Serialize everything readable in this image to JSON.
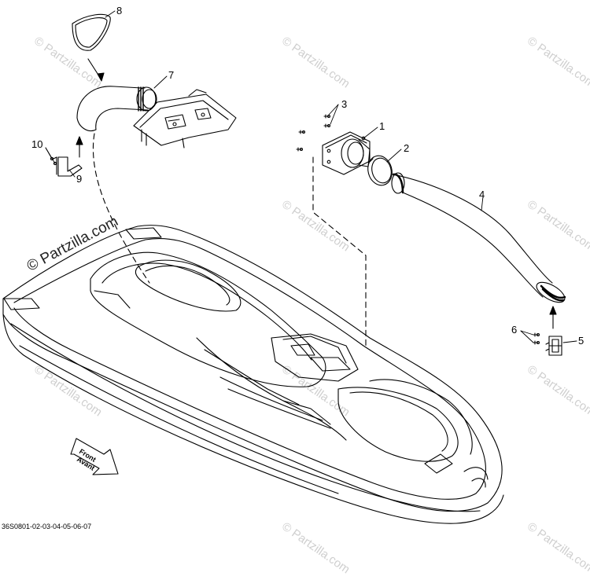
{
  "watermark_text": "© Partzilla.com",
  "footer_code": "36S0801-02-03-04-05-06-07",
  "front_label_line1": "Front",
  "front_label_line2": "Avant",
  "callouts": [
    {
      "id": "1",
      "label": "1"
    },
    {
      "id": "2",
      "label": "2"
    },
    {
      "id": "3",
      "label": "3"
    },
    {
      "id": "4",
      "label": "4"
    },
    {
      "id": "5",
      "label": "5"
    },
    {
      "id": "6",
      "label": "6"
    },
    {
      "id": "7",
      "label": "7"
    },
    {
      "id": "8",
      "label": "8"
    },
    {
      "id": "9",
      "label": "9"
    },
    {
      "id": "10",
      "label": "10"
    }
  ]
}
